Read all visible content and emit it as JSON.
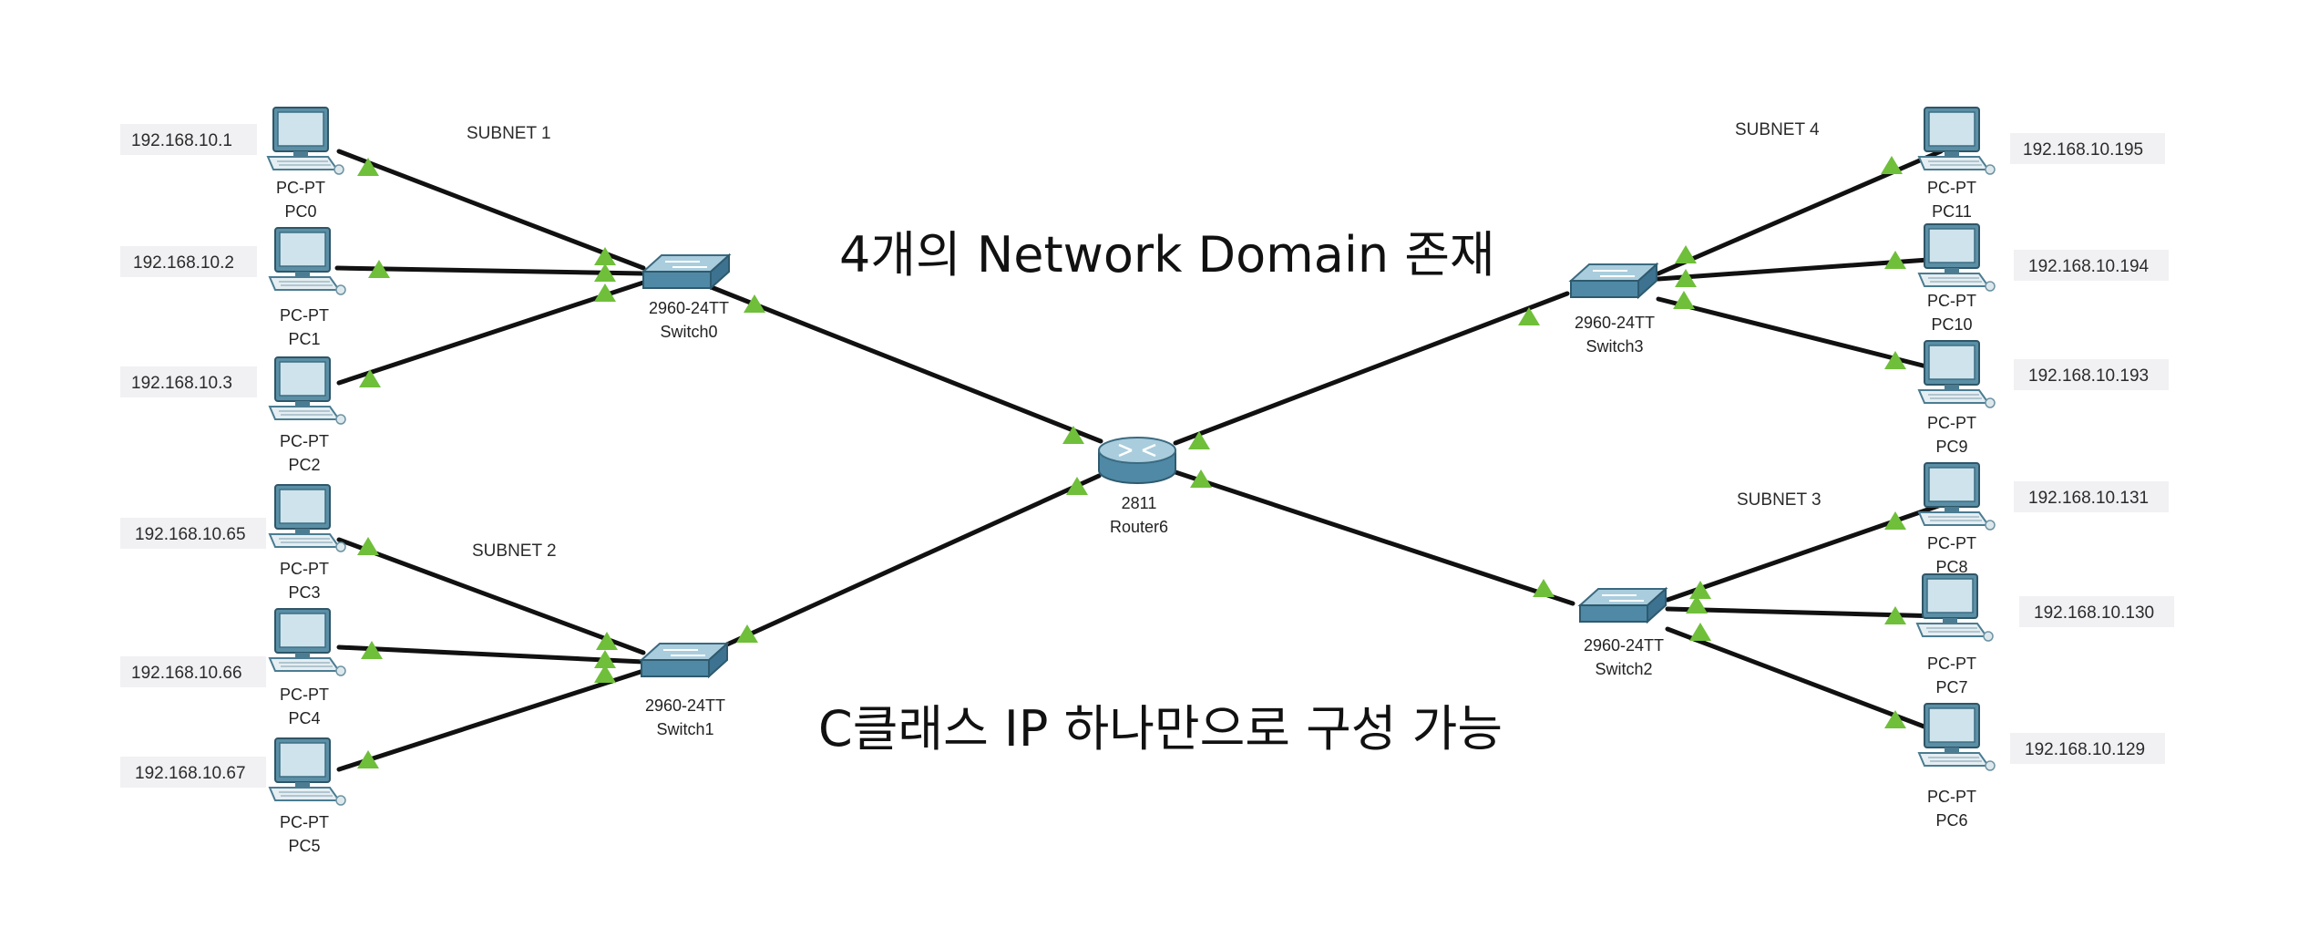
{
  "captions": {
    "top": "4개의 Network Domain 존재",
    "bottom": "C클래스 IP 하나만으로 구성 가능"
  },
  "subnets": {
    "s1": "SUBNET 1",
    "s2": "SUBNET 2",
    "s3": "SUBNET 3",
    "s4": "SUBNET 4"
  },
  "router": {
    "model": "2811",
    "name": "Router6"
  },
  "switches": {
    "sw0": {
      "model": "2960-24TT",
      "name": "Switch0"
    },
    "sw1": {
      "model": "2960-24TT",
      "name": "Switch1"
    },
    "sw2": {
      "model": "2960-24TT",
      "name": "Switch2"
    },
    "sw3": {
      "model": "2960-24TT",
      "name": "Switch3"
    }
  },
  "pcs": {
    "pc0": {
      "type": "PC-PT",
      "name": "PC0",
      "ip": "192.168.10.1"
    },
    "pc1": {
      "type": "PC-PT",
      "name": "PC1",
      "ip": "192.168.10.2"
    },
    "pc2": {
      "type": "PC-PT",
      "name": "PC2",
      "ip": "192.168.10.3"
    },
    "pc3": {
      "type": "PC-PT",
      "name": "PC3",
      "ip": "192.168.10.65"
    },
    "pc4": {
      "type": "PC-PT",
      "name": "PC4",
      "ip": "192.168.10.66"
    },
    "pc5": {
      "type": "PC-PT",
      "name": "PC5",
      "ip": "192.168.10.67"
    },
    "pc6": {
      "type": "PC-PT",
      "name": "PC6",
      "ip": "192.168.10.129"
    },
    "pc7": {
      "type": "PC-PT",
      "name": "PC7",
      "ip": "192.168.10.130"
    },
    "pc8": {
      "type": "PC-PT",
      "name": "PC8",
      "ip": "192.168.10.131"
    },
    "pc9": {
      "type": "PC-PT",
      "name": "PC9",
      "ip": "192.168.10.193"
    },
    "pc10": {
      "type": "PC-PT",
      "name": "PC10",
      "ip": "192.168.10.194"
    },
    "pc11": {
      "type": "PC-PT",
      "name": "PC11",
      "ip": "192.168.10.195"
    }
  },
  "colors": {
    "link": "#111111",
    "link_status": "#6fbf3a",
    "device_blue": "#4a8aa8",
    "ip_background": "#f1f1f4"
  }
}
